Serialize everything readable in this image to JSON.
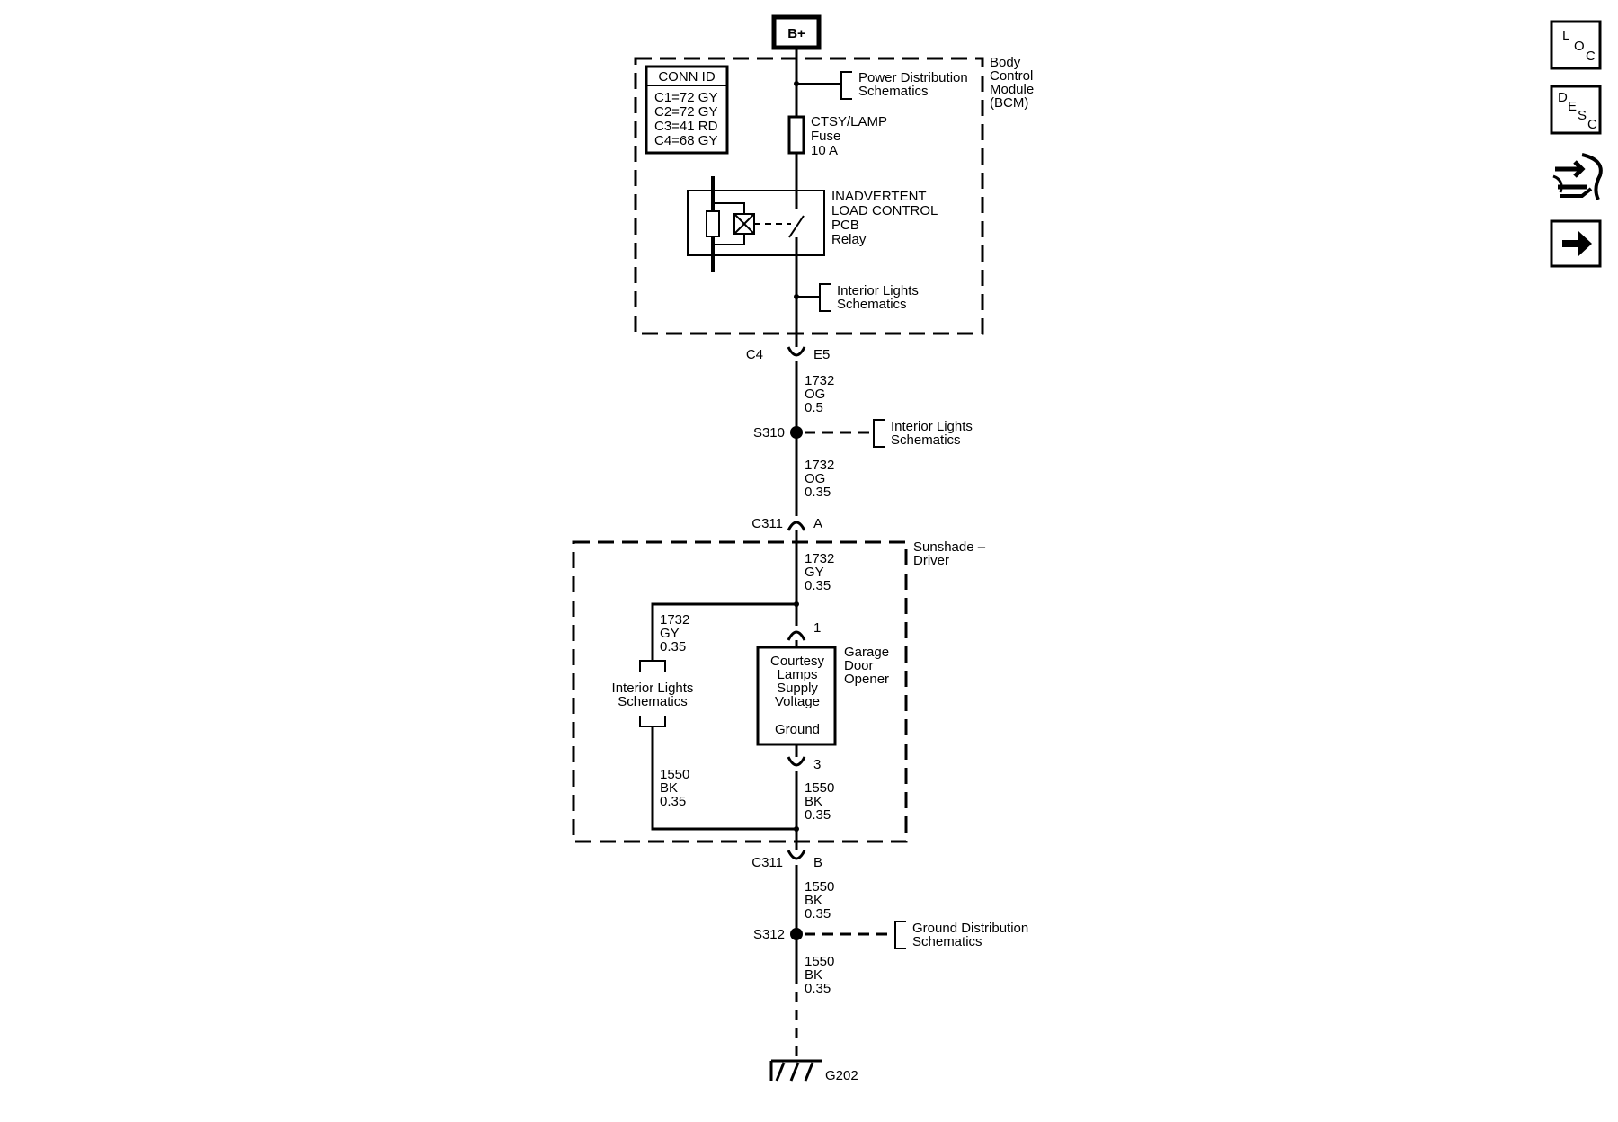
{
  "power_source": {
    "label": "B+"
  },
  "bcm": {
    "label_lines": [
      "Body",
      "Control",
      "Module",
      "(BCM)"
    ],
    "conn_id": {
      "title": "CONN ID",
      "rows": [
        "C1=72 GY",
        "C2=72 GY",
        "C3=41 RD",
        "C4=68 GY"
      ]
    },
    "power_ref": [
      "Power Distribution",
      "Schematics"
    ],
    "fuse": [
      "CTSY/LAMP",
      "Fuse",
      "10 A"
    ],
    "relay": [
      "INADVERTENT",
      "LOAD CONTROL",
      "PCB",
      "Relay"
    ],
    "interior_ref": [
      "Interior Lights",
      "Schematics"
    ]
  },
  "connector_c4": {
    "left": "C4",
    "right": "E5"
  },
  "wire_1": [
    "1732",
    "OG",
    "0.5"
  ],
  "splice_s310": {
    "label": "S310",
    "ref": [
      "Interior Lights",
      "Schematics"
    ]
  },
  "wire_2": [
    "1732",
    "OG",
    "0.35"
  ],
  "connector_c311a": {
    "left": "C311",
    "right": "A"
  },
  "sunshade": {
    "label_lines": [
      "Sunshade –",
      "Driver"
    ],
    "wire_in": [
      "1732",
      "GY",
      "0.35"
    ],
    "wire_left_top": [
      "1732",
      "GY",
      "0.35"
    ],
    "interior_ref": [
      "Interior Lights",
      "Schematics"
    ],
    "wire_left_bottom": [
      "1550",
      "BK",
      "0.35"
    ],
    "pin_1": "1",
    "pin_3": "3",
    "component": [
      "Garage",
      "Door",
      "Opener"
    ],
    "box_text": [
      "Courtesy",
      "Lamps",
      "Supply",
      "Voltage"
    ],
    "box_ground": "Ground",
    "wire_out": [
      "1550",
      "BK",
      "0.35"
    ]
  },
  "connector_c311b": {
    "left": "C311",
    "right": "B"
  },
  "wire_3": [
    "1550",
    "BK",
    "0.35"
  ],
  "splice_s312": {
    "label": "S312",
    "ref": [
      "Ground Distribution",
      "Schematics"
    ]
  },
  "wire_4": [
    "1550",
    "BK",
    "0.35"
  ],
  "ground": {
    "label": "G202"
  },
  "nav": {
    "loc": {
      "a": "L",
      "b": "O",
      "c": "C"
    },
    "desc": {
      "a": "D",
      "b": "E",
      "c": "S",
      "d": "C"
    },
    "connector_icon": "connector-icon",
    "next_icon": "arrow-right-icon"
  }
}
